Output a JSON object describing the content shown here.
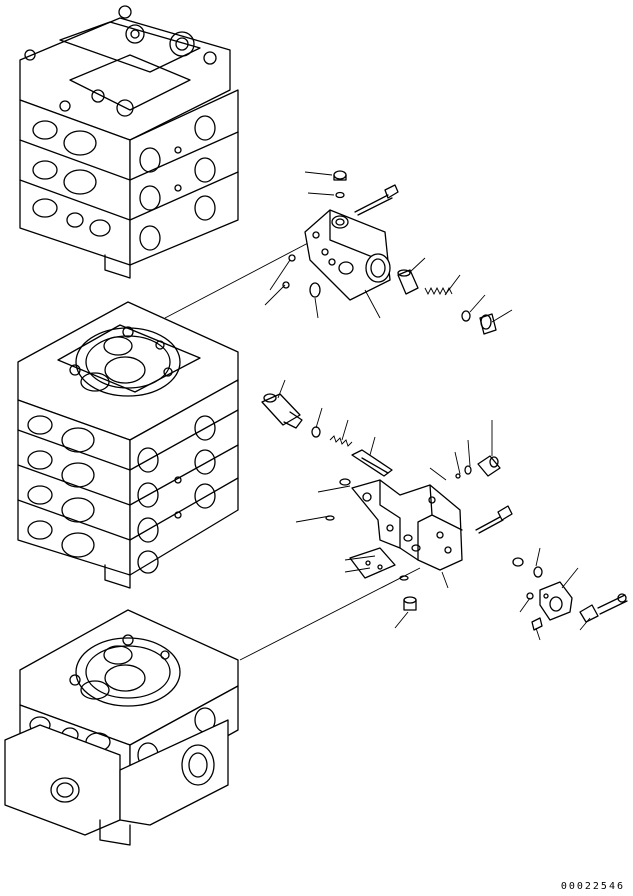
{
  "diagram": {
    "part_code": "00022546",
    "assemblies": [
      {
        "id": "upper-valve-block",
        "sections": 3
      },
      {
        "id": "middle-valve-block",
        "sections": 4
      },
      {
        "id": "lower-valve-block",
        "sections": 2
      }
    ],
    "callout_count": 24
  }
}
